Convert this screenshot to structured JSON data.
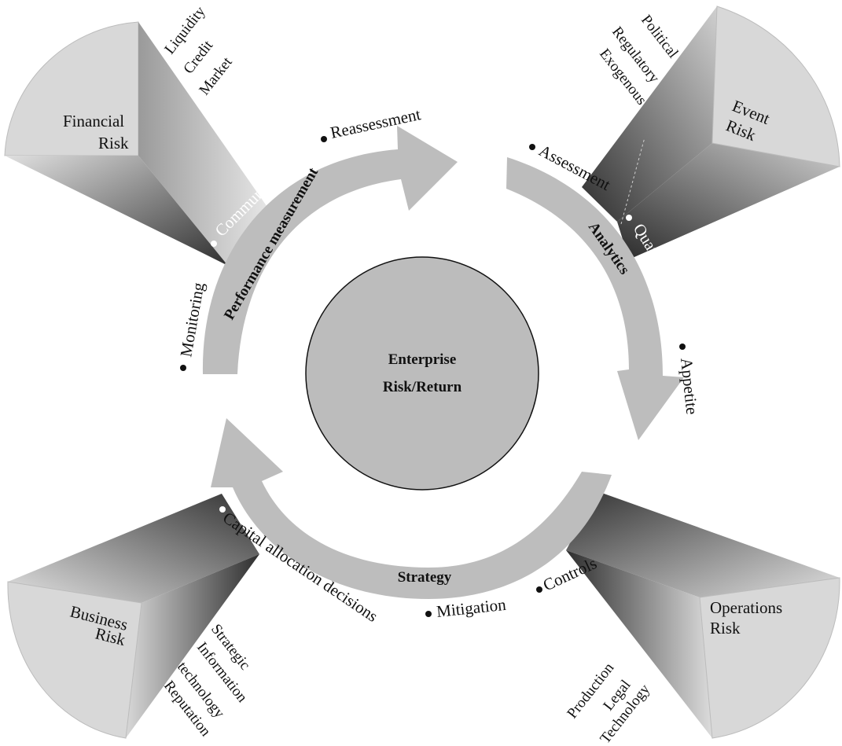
{
  "center": {
    "line1": "Enterprise",
    "line2": "Risk/Return"
  },
  "risks": {
    "financial": {
      "line1": "Financial",
      "line2": "Risk",
      "subs": [
        "Liquidity",
        "Credit",
        "Market"
      ]
    },
    "event": {
      "line1": "Event",
      "line2": "Risk",
      "subs": [
        "Political",
        "Regulatory",
        "Exogenous"
      ]
    },
    "business": {
      "line1": "Business",
      "line2": "Risk",
      "subs": [
        "Strategic",
        "Information",
        "technology",
        "Reputation"
      ]
    },
    "operations": {
      "line1": "Operations",
      "line2": "Risk",
      "subs": [
        "Production",
        "Legal",
        "Technology"
      ]
    }
  },
  "cycle": {
    "performance": "Performance measurement",
    "analytics": "Analytics",
    "strategy": "Strategy"
  },
  "steps": {
    "reassessment": "Reassessment",
    "communication": "Communication",
    "monitoring": "Monitoring",
    "assessment": "Assessment",
    "quantification": "Quantification",
    "appetite": "Appetite",
    "capital": "Capital allocation decisions",
    "mitigation": "Mitigation",
    "controls": "Controls"
  },
  "colors": {
    "arrow": "#bdbdbd",
    "center_fill": "#bcbcbc",
    "wedge_face": "#d9d9d9",
    "wedge_dark": "#3a3a3a"
  }
}
